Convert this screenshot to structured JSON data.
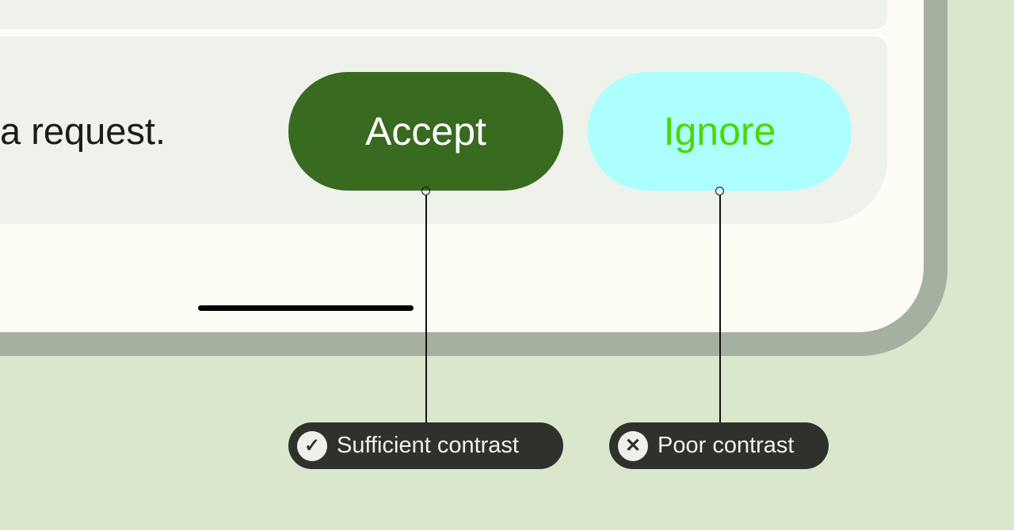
{
  "message": "a request.",
  "buttons": {
    "accept": "Accept",
    "ignore": "Ignore"
  },
  "labels": {
    "sufficient": {
      "text": "Sufficient contrast",
      "icon": "check-icon",
      "glyph": "✓"
    },
    "poor": {
      "text": "Poor contrast",
      "icon": "close-icon",
      "glyph": "✕"
    }
  },
  "colors": {
    "accept_bg": "#386a20",
    "accept_text": "#ffffff",
    "ignore_bg": "#acfffc",
    "ignore_text": "#4cd800",
    "background": "#dbe7cc"
  }
}
